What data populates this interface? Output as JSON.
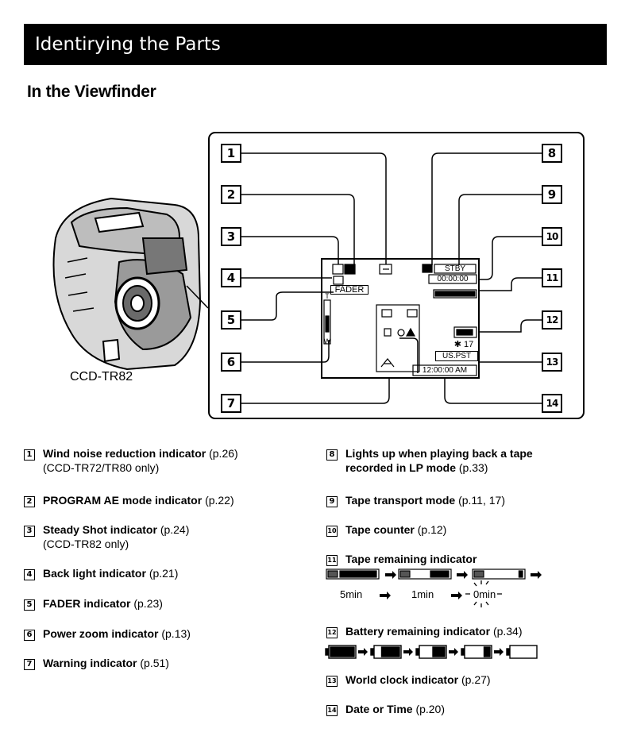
{
  "header": {
    "title": "Identirying the Parts"
  },
  "section": {
    "title": "In the Viewfinder"
  },
  "camera": {
    "model_label": "CCD-TR82"
  },
  "callouts": [
    "1",
    "2",
    "3",
    "4",
    "5",
    "6",
    "7",
    "8",
    "9",
    "10",
    "11",
    "12",
    "13",
    "14"
  ],
  "screen": {
    "stby": "STBY",
    "counter": "00:00:00",
    "fader": "FADER",
    "clock_time": "12:00:00 AM",
    "world_clock_value": "17",
    "world_clock_zone": "US.PST",
    "zoom_t": "T",
    "zoom_w": "W"
  },
  "legend": [
    {
      "num": "1",
      "text": "Wind noise reduction indicator",
      "page": "(p.26)",
      "sub": "(CCD-TR72/TR80 only)"
    },
    {
      "num": "2",
      "text": "PROGRAM AE mode indicator",
      "page": "(p.22)"
    },
    {
      "num": "3",
      "text": "Steady Shot indicator",
      "page": "(p.24)",
      "sub": "(CCD-TR82 only)"
    },
    {
      "num": "4",
      "text": "Back light indicator",
      "page": "(p.21)"
    },
    {
      "num": "5",
      "text": "FADER indicator",
      "page": "(p.23)"
    },
    {
      "num": "6",
      "text": "Power zoom indicator",
      "page": "(p.13)"
    },
    {
      "num": "7",
      "text": "Warning indicator",
      "page": "(p.51)"
    },
    {
      "num": "8",
      "text": "Lights up when playing back a tape",
      "sub": "recorded in LP mode",
      "sub_page": "(p.33)"
    },
    {
      "num": "9",
      "text": "Tape transport mode",
      "page": "(p.11, 17)"
    },
    {
      "num": "10",
      "text": "Tape counter",
      "page": "(p.12)"
    },
    {
      "num": "11",
      "text": "Tape remaining indicator"
    },
    {
      "num": "12",
      "text": "Battery remaining indicator",
      "page": "(p.34)"
    },
    {
      "num": "13",
      "text": "World clock indicator",
      "page": "(p.27)"
    },
    {
      "num": "14",
      "text": "Date or Time",
      "page": "(p.20)"
    }
  ],
  "tape_remaining": {
    "labels": [
      "5min",
      "1min",
      "0min"
    ]
  },
  "battery_remaining": {
    "fill_levels": [
      1.0,
      0.75,
      0.5,
      0.25,
      0.0
    ]
  },
  "tape_bar_fill_levels": [
    1.0,
    0.5,
    0.1
  ]
}
